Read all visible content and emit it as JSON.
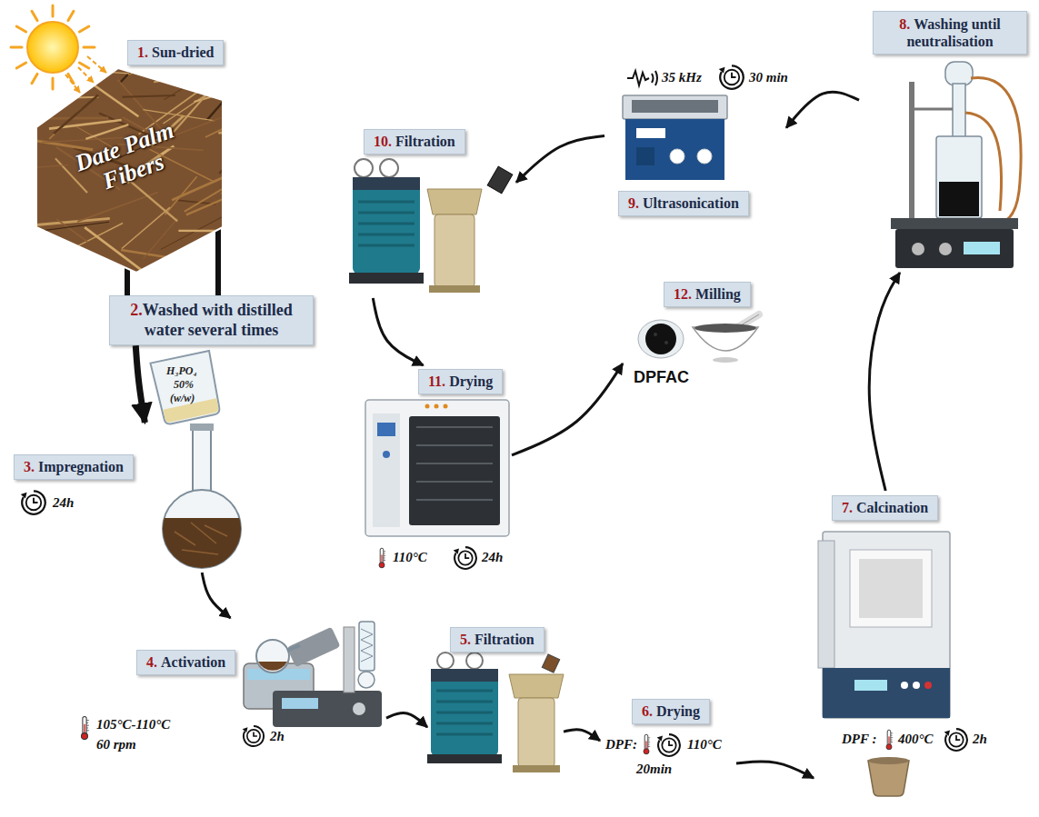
{
  "diagram": {
    "nodes": [
      {
        "text": [
          "1.",
          "Sun-dried"
        ]
      },
      {
        "text": [
          "Date Palm Fibers"
        ]
      },
      {
        "text": [
          "2.",
          "Washed with distilled water several times"
        ]
      },
      {
        "text": [
          "3.",
          "Impregnation"
        ]
      },
      {
        "text": [
          "4.",
          "Activation"
        ]
      },
      {
        "text": [
          "5.",
          "Filtration"
        ]
      },
      {
        "text": [
          "6.",
          "Drying"
        ]
      },
      {
        "text": [
          "7.",
          "Calcination"
        ]
      },
      {
        "text": [
          "8.",
          "Washing until neutralisation"
        ]
      },
      {
        "text": [
          "9.",
          "Ultrasonication"
        ]
      },
      {
        "text": [
          "10.",
          "Filtration"
        ]
      },
      {
        "text": [
          "11.",
          "Drying"
        ]
      },
      {
        "text": [
          "12.",
          "Milling"
        ]
      }
    ],
    "edges": [
      {
        "from": 2,
        "to": 3,
        "arrow": "to"
      },
      {
        "from": 3,
        "to": 4,
        "arrow": "to"
      },
      {
        "from": 4,
        "to": 5,
        "arrow": "to"
      },
      {
        "from": 5,
        "to": 6,
        "arrow": "to"
      },
      {
        "from": 6,
        "to": 7,
        "arrow": "to"
      },
      {
        "from": 7,
        "to": 8,
        "arrow": "to"
      },
      {
        "from": 8,
        "to": 9,
        "arrow": "to"
      },
      {
        "from": 9,
        "to": 10,
        "arrow": "to"
      },
      {
        "from": 10,
        "to": 11,
        "arrow": "to"
      },
      {
        "from": 11,
        "to": 12,
        "arrow": "to"
      }
    ],
    "labels": [
      "H₃PO₄",
      "50%",
      "(w/w)",
      "24h",
      "105°C-110°C",
      "60 rpm",
      "2h",
      "DPF:",
      "110°C",
      "20min",
      "DPF :",
      "400°C",
      "2h",
      "35 kHz",
      "30 min",
      "110°C",
      "24h",
      "DPFAC"
    ]
  }
}
